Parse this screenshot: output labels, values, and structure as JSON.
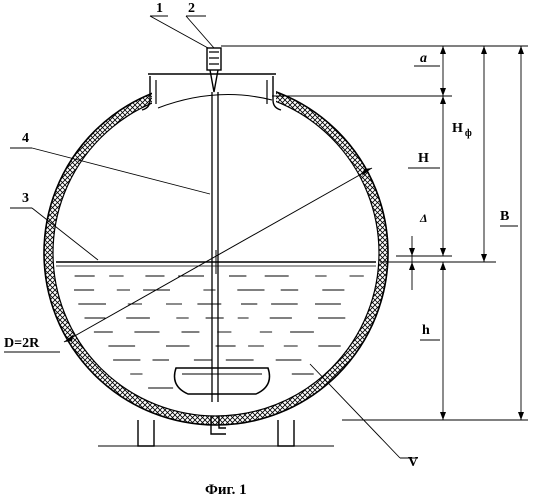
{
  "figure": {
    "caption": "Фиг. 1",
    "callouts": {
      "n1": "1",
      "n2": "2",
      "n3": "3",
      "n4": "4",
      "diameter": "D=2R",
      "volume": "V"
    },
    "dimensions": {
      "a": "a",
      "h_f_main": "H",
      "h_f_sub": "ф",
      "H": "H",
      "delta": "Δ",
      "B": "B",
      "h": "h"
    }
  }
}
